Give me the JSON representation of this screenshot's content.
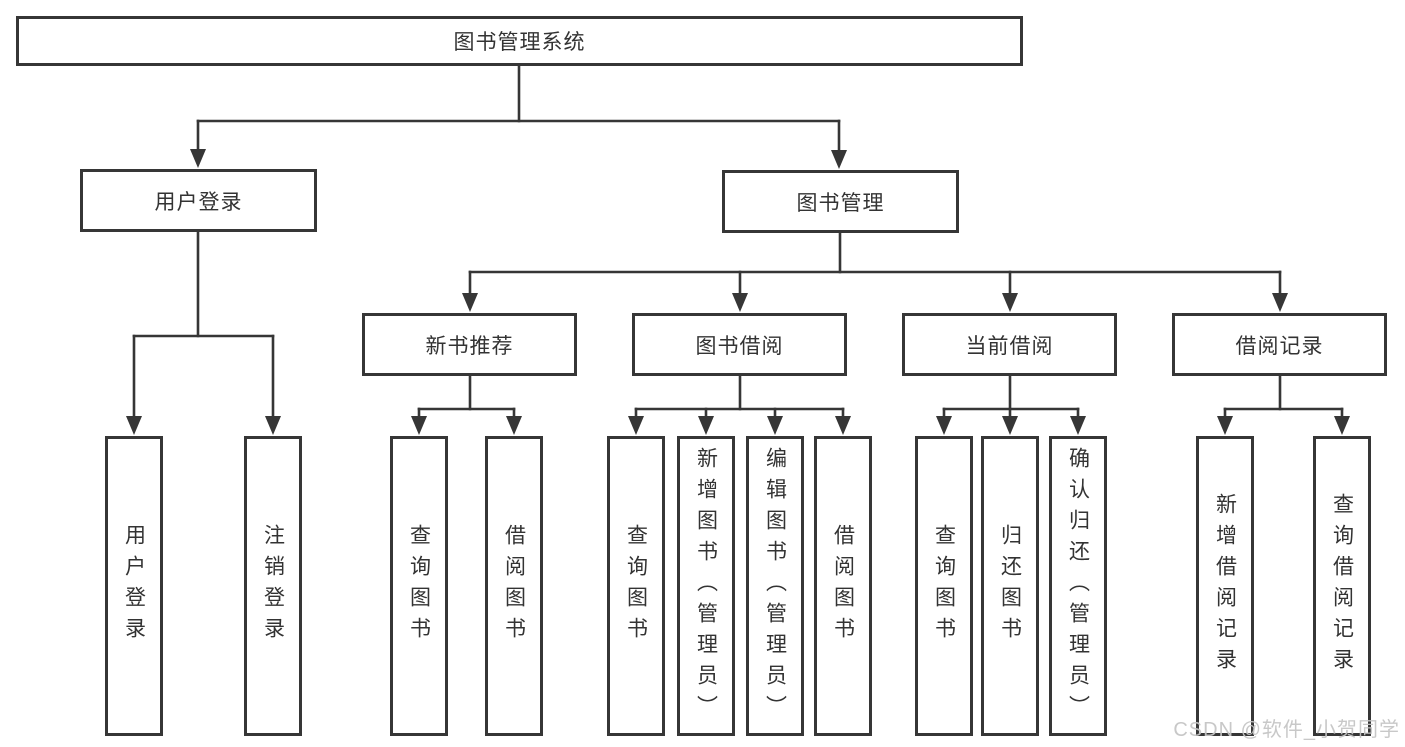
{
  "tree": {
    "root": {
      "label": "图书管理系统",
      "children": [
        {
          "label": "用户登录",
          "children": [
            {
              "label": "用户登录"
            },
            {
              "label": "注销登录"
            }
          ]
        },
        {
          "label": "图书管理",
          "children": [
            {
              "label": "新书推荐",
              "children": [
                {
                  "label": "查询图书"
                },
                {
                  "label": "借阅图书"
                }
              ]
            },
            {
              "label": "图书借阅",
              "children": [
                {
                  "label": "查询图书"
                },
                {
                  "label": "新增图书（管理员）"
                },
                {
                  "label": "编辑图书（管理员）"
                },
                {
                  "label": "借阅图书"
                }
              ]
            },
            {
              "label": "当前借阅",
              "children": [
                {
                  "label": "查询图书"
                },
                {
                  "label": "归还图书"
                },
                {
                  "label": "确认归还（管理员）"
                }
              ]
            },
            {
              "label": "借阅记录",
              "children": [
                {
                  "label": "新增借阅记录"
                },
                {
                  "label": "查询借阅记录"
                }
              ]
            }
          ]
        }
      ]
    }
  },
  "watermark": {
    "text": "CSDN @软件_小贺同学"
  },
  "colors": {
    "line": "#363636",
    "box_border": "#363636",
    "text": "#333333",
    "background": "#ffffff",
    "watermark": "#c5c5c5"
  }
}
